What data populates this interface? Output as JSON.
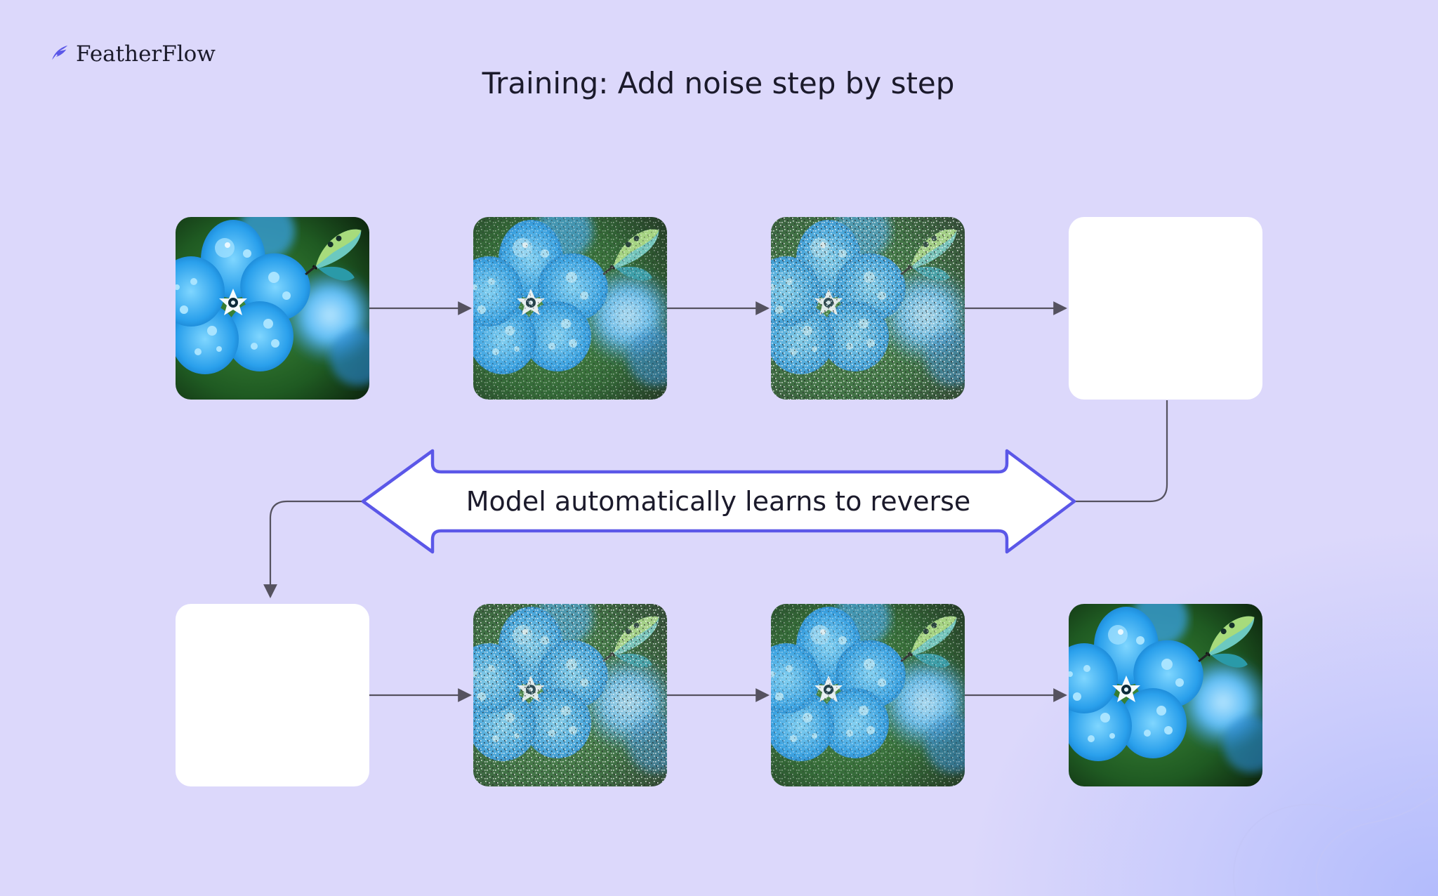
{
  "brand": {
    "name": "FeatherFlow",
    "logo_icon": "feather-icon",
    "accent": "#5b57e8"
  },
  "title": "Training: Add noise step by step",
  "center_label": "Model automatically learns to reverse",
  "colors": {
    "background": "#dcd8fb",
    "connector": "#55525f",
    "arrow_outline": "#5b57e8",
    "tile_empty": "#ffffff",
    "text": "#1b1a2b"
  },
  "forward_steps": [
    {
      "kind": "image",
      "noise_level": 0.0
    },
    {
      "kind": "image",
      "noise_level": 0.35
    },
    {
      "kind": "image",
      "noise_level": 0.6
    },
    {
      "kind": "empty"
    }
  ],
  "reverse_steps": [
    {
      "kind": "empty"
    },
    {
      "kind": "image",
      "noise_level": 0.6
    },
    {
      "kind": "image",
      "noise_level": 0.35
    },
    {
      "kind": "image",
      "noise_level": 0.0
    }
  ]
}
